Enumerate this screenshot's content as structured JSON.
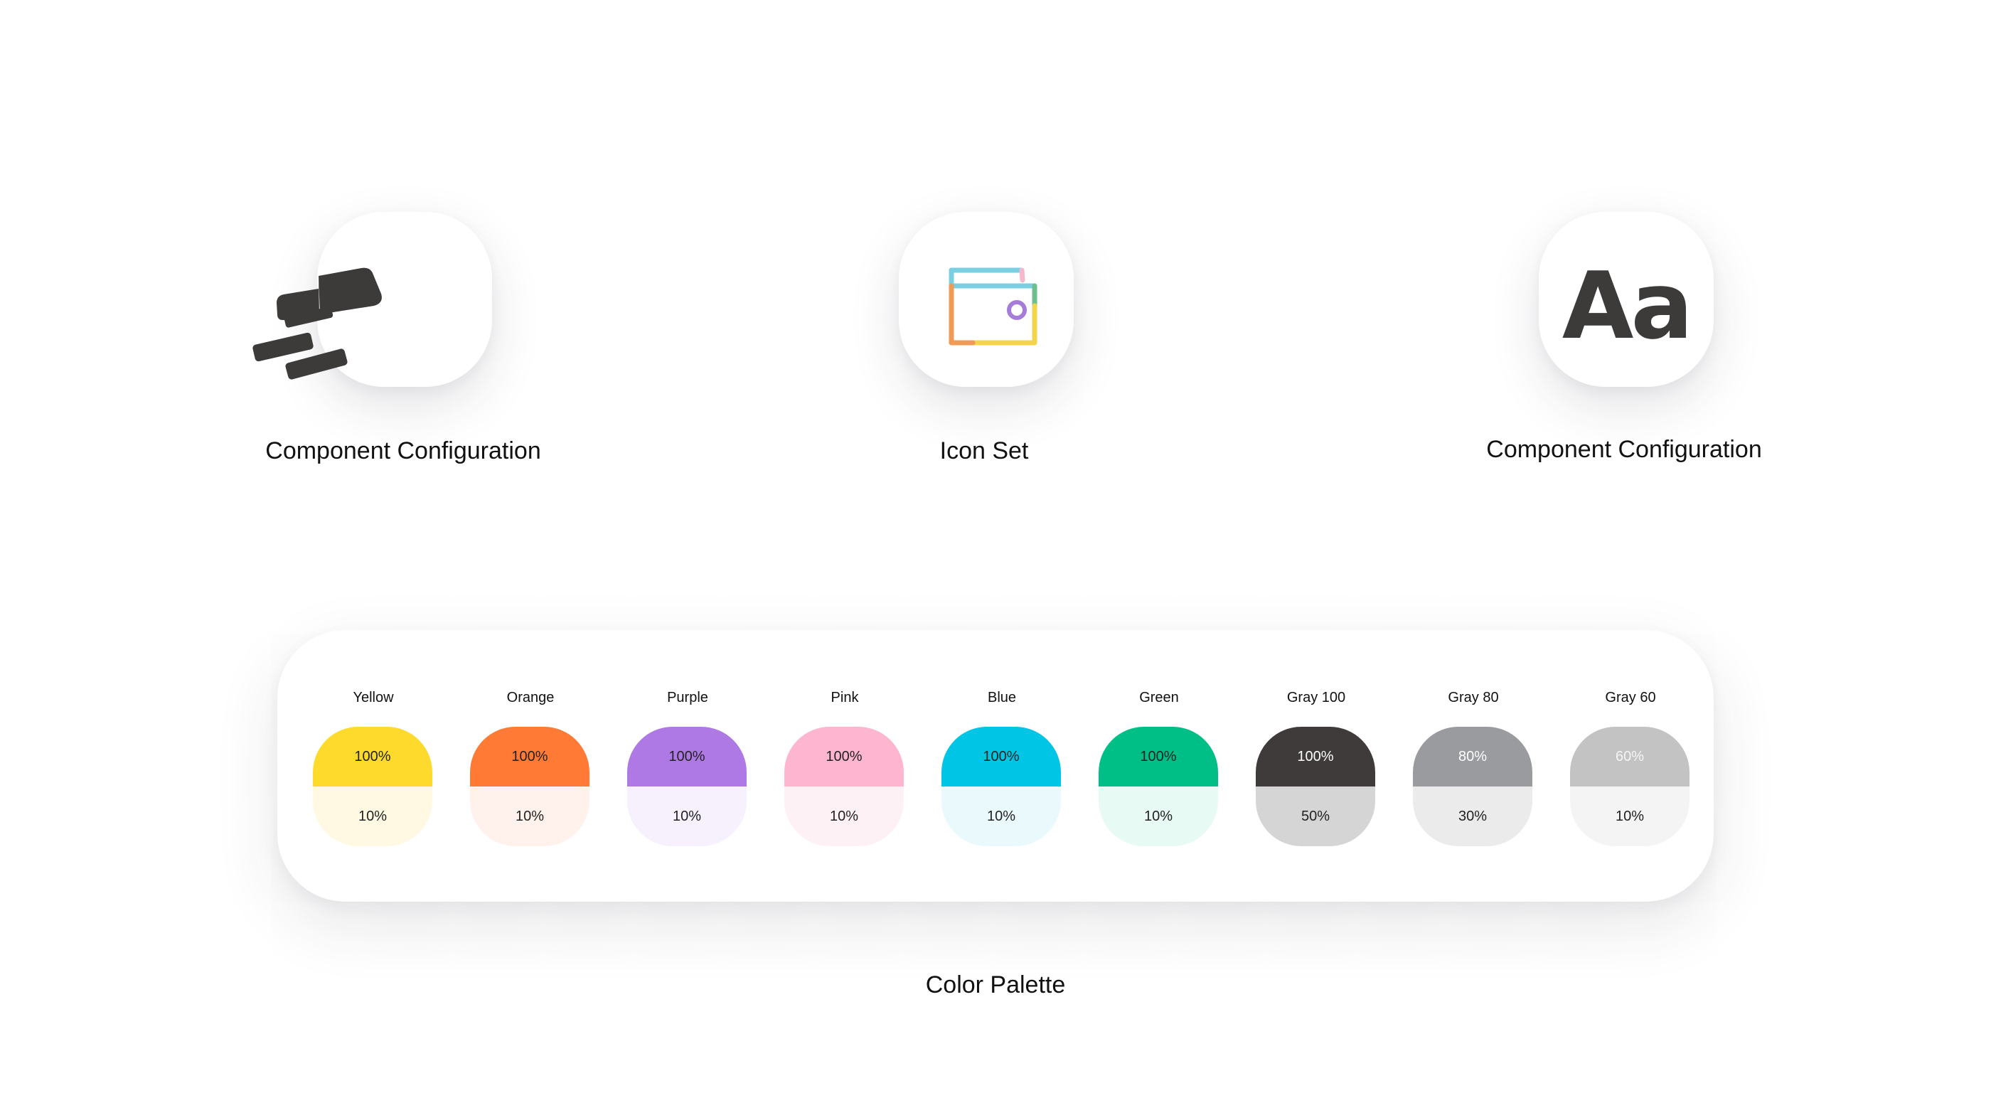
{
  "tiles": [
    {
      "caption": "Component Configuration",
      "icon": "brush-icon"
    },
    {
      "caption": "Icon Set",
      "icon": "gallery-icon"
    },
    {
      "caption": "Component Configuration",
      "icon": "typography-icon",
      "glyph": "Aa"
    }
  ],
  "palette": {
    "caption": "Color Palette",
    "swatches": [
      {
        "name": "Yellow",
        "top_label": "100%",
        "bottom_label": "10%",
        "top_color": "#FDDA2B",
        "bottom_color": "#FFF9E4",
        "top_text_color": "#222222",
        "bottom_text_color": "#222222"
      },
      {
        "name": "Orange",
        "top_label": "100%",
        "bottom_label": "10%",
        "top_color": "#FF7A34",
        "bottom_color": "#FFF1EB",
        "top_text_color": "#222222",
        "bottom_text_color": "#222222"
      },
      {
        "name": "Purple",
        "top_label": "100%",
        "bottom_label": "10%",
        "top_color": "#AF79E5",
        "bottom_color": "#F6F1FD",
        "top_text_color": "#222222",
        "bottom_text_color": "#222222"
      },
      {
        "name": "Pink",
        "top_label": "100%",
        "bottom_label": "10%",
        "top_color": "#FDB5D0",
        "bottom_color": "#FEF1F5",
        "top_text_color": "#222222",
        "bottom_text_color": "#222222"
      },
      {
        "name": "Blue",
        "top_label": "100%",
        "bottom_label": "10%",
        "top_color": "#00C5E4",
        "bottom_color": "#EAF9FC",
        "top_text_color": "#222222",
        "bottom_text_color": "#222222"
      },
      {
        "name": "Green",
        "top_label": "100%",
        "bottom_label": "10%",
        "top_color": "#00BF86",
        "bottom_color": "#E7FAF4",
        "top_text_color": "#222222",
        "bottom_text_color": "#222222"
      },
      {
        "name": "Gray 100",
        "top_label": "100%",
        "bottom_label": "50%",
        "top_color": "#3F3B3A",
        "bottom_color": "#D6D5D5",
        "top_text_color": "#FFFFFF",
        "bottom_text_color": "#222222"
      },
      {
        "name": "Gray 80",
        "top_label": "80%",
        "bottom_label": "30%",
        "top_color": "#999B9E",
        "bottom_color": "#EBEBEC",
        "top_text_color": "#FFFFFF",
        "bottom_text_color": "#222222"
      },
      {
        "name": "Gray 60",
        "top_label": "60%",
        "bottom_label": "10%",
        "top_color": "#C3C3C3",
        "bottom_color": "#F4F4F4",
        "top_text_color": "#F4F4F4",
        "bottom_text_color": "#222222"
      }
    ]
  }
}
